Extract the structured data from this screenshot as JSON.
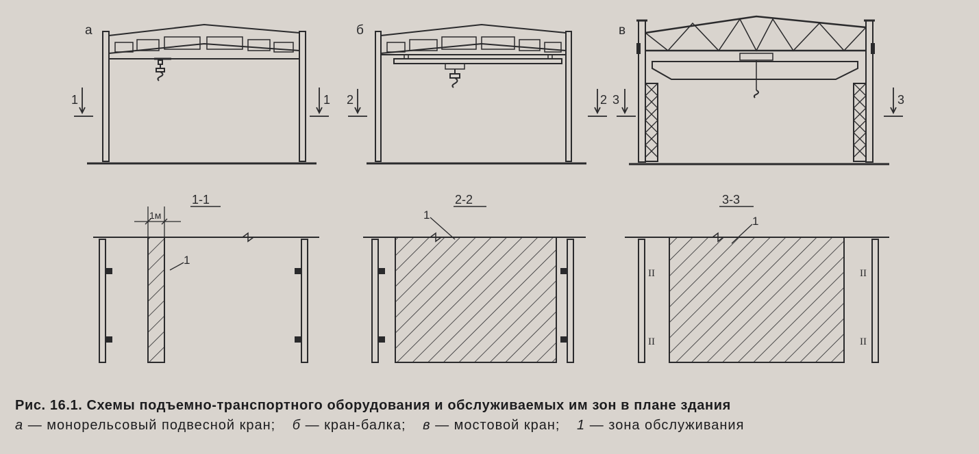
{
  "diagrams": {
    "a": {
      "letter": "а",
      "section_mark": "1"
    },
    "b": {
      "letter": "б",
      "section_mark": "2"
    },
    "c": {
      "letter": "в",
      "section_mark": "3"
    }
  },
  "plans": {
    "p1": {
      "title": "1-1",
      "dimension": "1м",
      "zone_label": "1"
    },
    "p2": {
      "title": "2-2",
      "zone_label": "1"
    },
    "p3": {
      "title": "3-3",
      "zone_label": "1",
      "column_marks": [
        "II",
        "II",
        "II",
        "II"
      ]
    }
  },
  "caption": {
    "line1": "Рис. 16.1. Схемы подъемно-транспортного оборудования и обслуживаемых им зон в плане здания",
    "line2": [
      {
        "key": "а",
        "text": "— монорельсовый подвесной кран;"
      },
      {
        "key": "б",
        "text": "— кран-балка;"
      },
      {
        "key": "в",
        "text": "— мостовой кран;"
      },
      {
        "key": "1",
        "text": "— зона обслуживания"
      }
    ]
  },
  "colors": {
    "paper": "#d9d4ce",
    "ink": "#2a2a2c"
  }
}
